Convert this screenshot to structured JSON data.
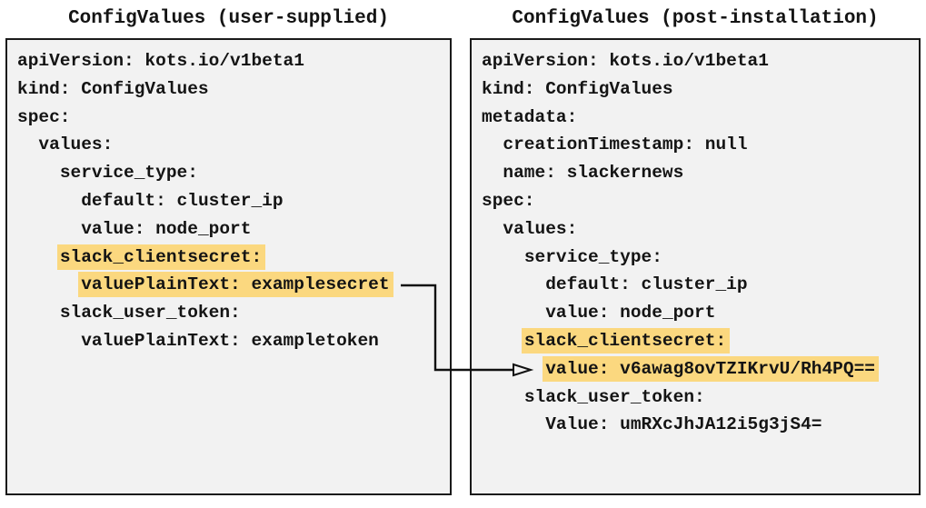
{
  "panels": [
    {
      "title": "ConfigValues (user-supplied)",
      "lines": [
        {
          "indent": "",
          "text": "apiVersion: kots.io/v1beta1"
        },
        {
          "indent": "",
          "text": "kind: ConfigValues"
        },
        {
          "indent": "",
          "text": "spec:"
        },
        {
          "indent": "  ",
          "text": "values:"
        },
        {
          "indent": "    ",
          "text": "service_type:"
        },
        {
          "indent": "      ",
          "text": "default: cluster_ip"
        },
        {
          "indent": "      ",
          "text": "value: node_port"
        },
        {
          "indent": "    ",
          "text": "slack_clientsecret:",
          "highlighted": true
        },
        {
          "indent": "      ",
          "text": "valuePlainText: examplesecret",
          "highlighted": true
        },
        {
          "indent": "    ",
          "text": "slack_user_token:"
        },
        {
          "indent": "      ",
          "text": "valuePlainText: exampletoken"
        }
      ]
    },
    {
      "title": "ConfigValues (post-installation)",
      "lines": [
        {
          "indent": "",
          "text": "apiVersion: kots.io/v1beta1"
        },
        {
          "indent": "",
          "text": "kind: ConfigValues"
        },
        {
          "indent": "",
          "text": "metadata:"
        },
        {
          "indent": "  ",
          "text": "creationTimestamp: null"
        },
        {
          "indent": "  ",
          "text": "name: slackernews"
        },
        {
          "indent": "",
          "text": "spec:"
        },
        {
          "indent": "  ",
          "text": "values:"
        },
        {
          "indent": "    ",
          "text": "service_type:"
        },
        {
          "indent": "      ",
          "text": "default: cluster_ip"
        },
        {
          "indent": "      ",
          "text": "value: node_port"
        },
        {
          "indent": "    ",
          "text": "slack_clientsecret:",
          "highlighted": true
        },
        {
          "indent": "      ",
          "text": "value: v6awag8ovTZIKrvU/Rh4PQ==",
          "highlighted": true
        },
        {
          "indent": "    ",
          "text": "slack_user_token:"
        },
        {
          "indent": "      ",
          "text": "Value: umRXcJhJA12i5g3jS4="
        }
      ]
    }
  ],
  "arrow": {
    "from": "valuePlainText: examplesecret",
    "to": "value: v6awag8ovTZIKrvU/Rh4PQ=="
  },
  "colors": {
    "page_bg": "#ffffff",
    "panel_bg": "#f2f2f2",
    "panel_border": "#1a1a1a",
    "text": "#141414",
    "highlight": "#fbd87f",
    "arrow": "#111111"
  }
}
